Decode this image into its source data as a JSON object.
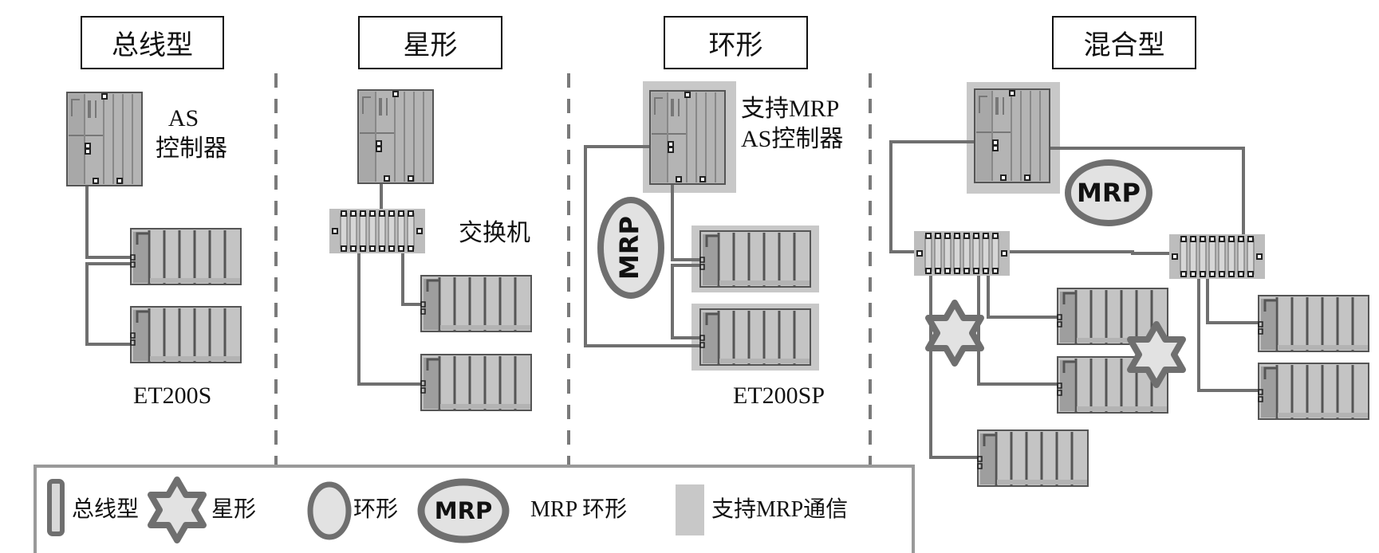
{
  "sections": [
    {
      "id": "bus",
      "title": "总线型",
      "labels": [
        "AS",
        "控制器"
      ],
      "bottom_label": "ET200S"
    },
    {
      "id": "star",
      "title": "星形",
      "switch_label": "交换机"
    },
    {
      "id": "ring",
      "title": "环形",
      "labels": [
        "支持MRP",
        "AS控制器"
      ],
      "bottom_label": "ET200SP",
      "ring_badge": "MRP"
    },
    {
      "id": "mixed",
      "title": "混合型",
      "ring_badge": "MRP"
    }
  ],
  "legend": {
    "items": [
      {
        "icon": "bus-icon",
        "label": "总线型"
      },
      {
        "icon": "star-icon",
        "label": "星形"
      },
      {
        "icon": "ring-icon",
        "label": "环形"
      },
      {
        "icon": "mrp-ring-icon",
        "badge": "MRP",
        "label": "MRP 环形"
      },
      {
        "icon": "mrp-support-icon",
        "label": "支持MRP通信"
      }
    ]
  },
  "colors": {
    "line": "#6f6f6f",
    "module_fill": "#c4c4c4",
    "module_dark": "#9e9e9e",
    "mrp_highlight": "#c8c8c8",
    "symbol_fill": "#e2e2e2",
    "divider": "#7a7a7a"
  }
}
